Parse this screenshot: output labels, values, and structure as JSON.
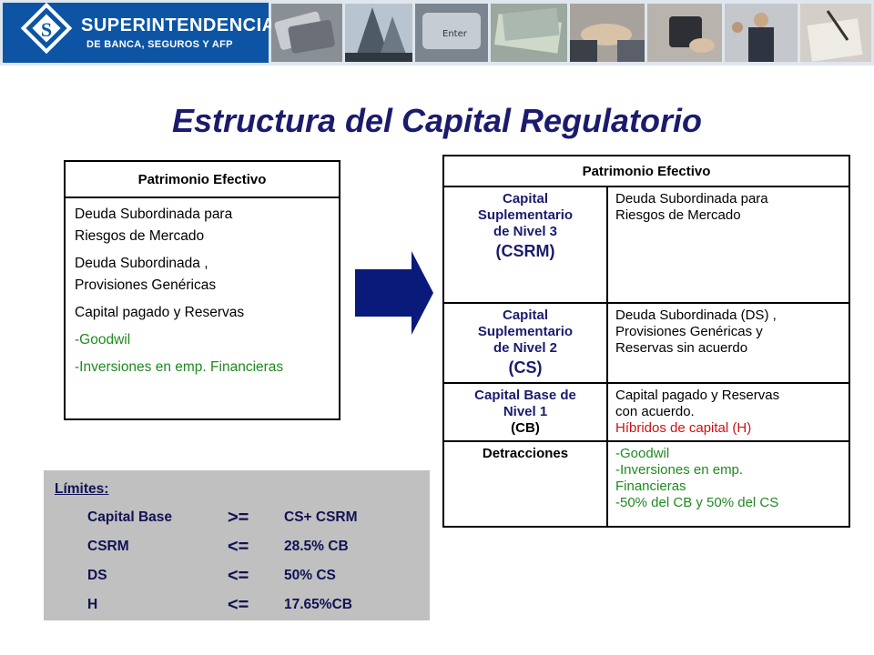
{
  "header": {
    "logo_title": "SUPERINTENDENCIA",
    "logo_subtitle": "DE BANCA, SEGUROS Y AFP",
    "photos": [
      "card-photo",
      "building-photo",
      "keyboard-photo",
      "money-photo",
      "handshake-photo",
      "phone-photo",
      "meeting-photo",
      "writing-photo"
    ]
  },
  "title": "Estructura del Capital Regulatorio",
  "left_table": {
    "header": "Patrimonio Efectivo",
    "items": [
      {
        "text": "Deuda Subordinada para",
        "color": "black"
      },
      {
        "text": "Riesgos de Mercado",
        "color": "black"
      },
      {
        "text": "Deuda Subordinada ,",
        "color": "black"
      },
      {
        "text": "Provisiones Genéricas",
        "color": "black"
      },
      {
        "text": "Capital pagado y Reservas",
        "color": "black"
      },
      {
        "text": "-Goodwil",
        "color": "green"
      },
      {
        "text": "-Inversiones en emp. Financieras",
        "color": "green"
      }
    ]
  },
  "right_table": {
    "header": "Patrimonio Efectivo",
    "rows": [
      {
        "label_lines": [
          "Capital",
          "Suplementario",
          "de Nivel 3"
        ],
        "label_abbr": "(CSRM)",
        "desc": [
          "Deuda Subordinada para",
          "Riesgos de Mercado"
        ]
      },
      {
        "label_lines": [
          "Capital",
          "Suplementario",
          "de Nivel 2"
        ],
        "label_abbr": "(CS)",
        "desc": [
          "Deuda Subordinada (DS) ,",
          "Provisiones Genéricas y",
          "Reservas sin acuerdo"
        ]
      },
      {
        "label_lines": [
          "Capital Base de",
          "Nivel 1"
        ],
        "label_abbr": "(CB)",
        "desc": [
          "Capital pagado y Reservas",
          "con acuerdo."
        ],
        "desc_red": "Híbridos de capital (H)"
      },
      {
        "label_lines": [
          "Detracciones"
        ],
        "label_abbr": "",
        "desc_green": [
          "-Goodwil",
          "-Inversiones en emp.",
          "Financieras",
          "-50% del CB y 50% del CS"
        ]
      }
    ]
  },
  "limits": {
    "title": "Límites:",
    "rows": [
      {
        "name": "Capital Base",
        "op": ">=",
        "value": "CS+ CSRM"
      },
      {
        "name": "CSRM",
        "op": "<=",
        "value": "28.5% CB"
      },
      {
        "name": "DS",
        "op": "<=",
        "value": "50% CS"
      },
      {
        "name": "H",
        "op": "<=",
        "value": "17.65%CB"
      }
    ]
  },
  "colors": {
    "title": "#1b1b6e",
    "logo_bg": "#0d55a4",
    "green": "#1f8a1f",
    "red": "#d01010",
    "arrow": "#0a1a7a",
    "limits_bg": "#c0c0c0"
  }
}
